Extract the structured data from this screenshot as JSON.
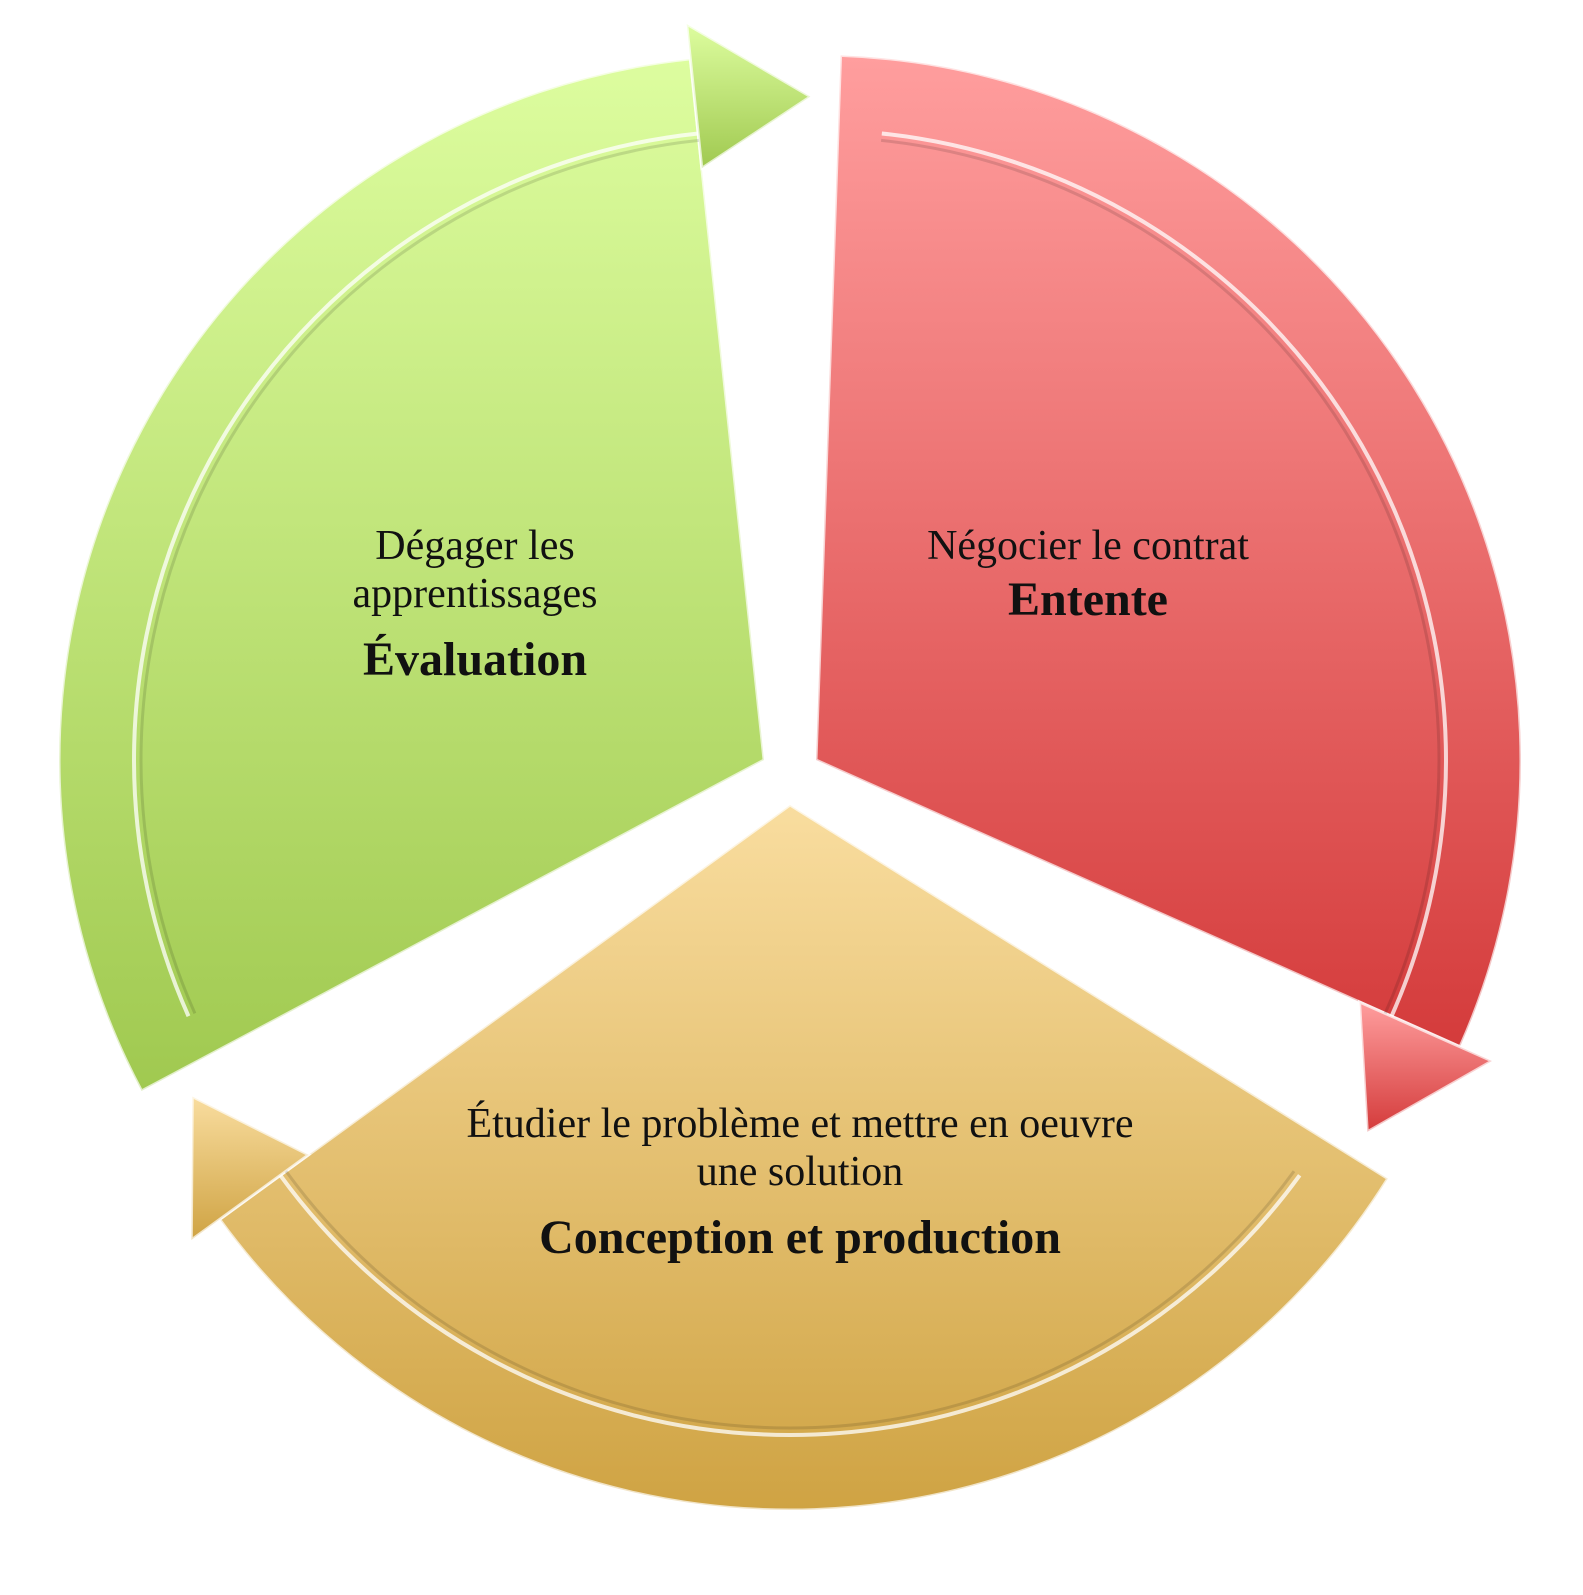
{
  "diagram": {
    "type": "cycle",
    "segments": [
      {
        "id": "entente",
        "subtitle": "Négocier le contrat",
        "title": "Entente",
        "color_top": "#ff9e9e",
        "color_bottom": "#d43b3b"
      },
      {
        "id": "conception",
        "subtitle": "Étudier le problème et mettre en oeuvre une solution",
        "title": "Conception et production",
        "color_top": "#f9dd9f",
        "color_bottom": "#cfa343"
      },
      {
        "id": "evaluation",
        "subtitle": "Dégager les apprentissages",
        "title": "Évaluation",
        "color_top": "#ddfd9f",
        "color_bottom": "#a0c950"
      }
    ]
  }
}
